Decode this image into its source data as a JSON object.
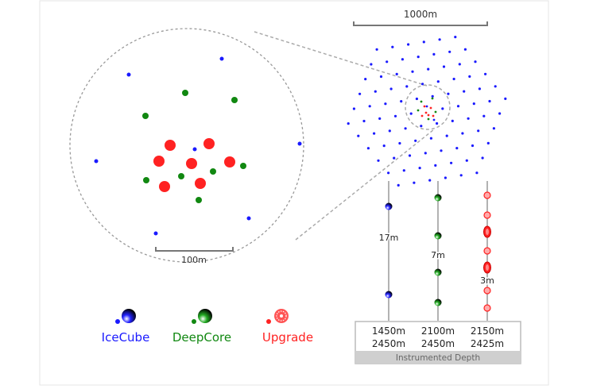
{
  "scale_bars": {
    "array": "1000m",
    "zoom": "100m"
  },
  "strings": [
    {
      "name": "IceCube",
      "spacing": "17m",
      "depth_top": "1450m",
      "depth_bottom": "2450m",
      "modules": 2
    },
    {
      "name": "DeepCore",
      "spacing": "7m",
      "depth_top": "2100m",
      "depth_bottom": "2450m",
      "modules": 4
    },
    {
      "name": "Upgrade",
      "spacing": "3m",
      "depth_top": "2150m",
      "depth_bottom": "2425m",
      "modules": 7
    }
  ],
  "depth_caption": "Instrumented Depth",
  "legend": [
    {
      "label": "IceCube",
      "color": "#1a1aff"
    },
    {
      "label": "DeepCore",
      "color": "#118811"
    },
    {
      "label": "Upgrade",
      "color": "#ff2222"
    }
  ]
}
